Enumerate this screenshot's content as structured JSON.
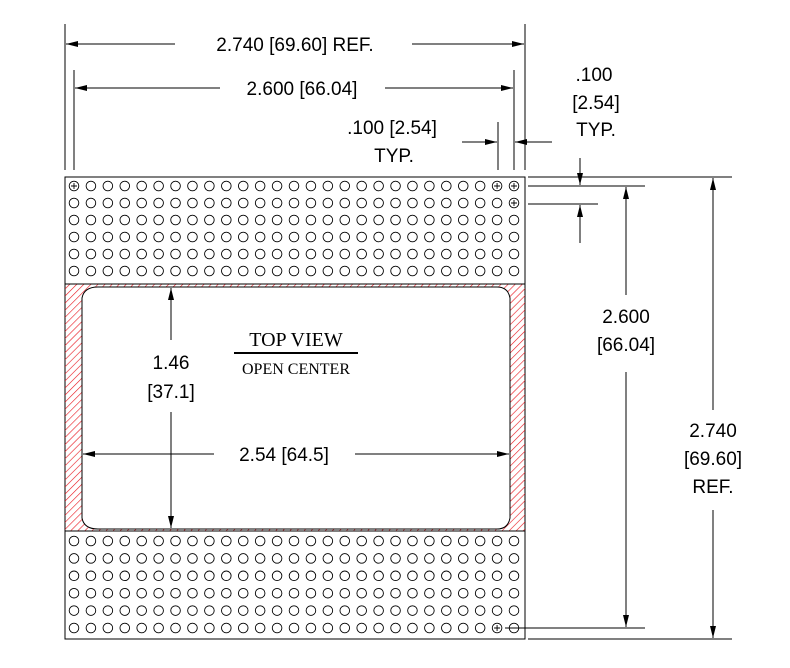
{
  "colors": {
    "line": "#000000",
    "hatch": "#e8141c",
    "background": "#ffffff"
  },
  "title": {
    "line1": "TOP VIEW",
    "line2": "OPEN CENTER"
  },
  "dimensions": {
    "overall_width": "2.740 [69.60] REF.",
    "pin_span_width": "2.600 [66.04]",
    "pitch_h_value": ".100 [2.54]",
    "pitch_h_typ": "TYP.",
    "pitch_v_value": ".100",
    "pitch_v_mm": "[2.54]",
    "pitch_v_typ": "TYP.",
    "opening_height_value": "1.46",
    "opening_height_mm": "[37.1]",
    "opening_width": "2.54 [64.5]",
    "pin_span_height_value": "2.600",
    "pin_span_height_mm": "[66.04]",
    "overall_height_value": "2.740",
    "overall_height_mm": "[69.60]",
    "overall_height_ref": "REF."
  },
  "grid": {
    "columns": 27,
    "rows_per_band": 6,
    "marked_pins": "corner pins shown with cross"
  }
}
